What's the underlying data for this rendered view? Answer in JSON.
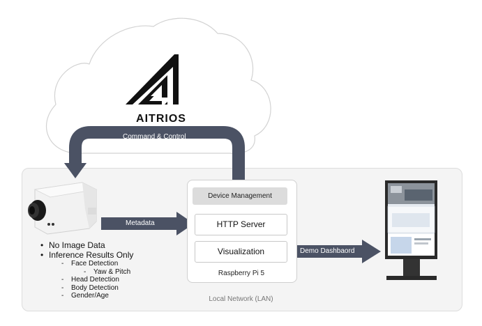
{
  "cloud": {
    "logo_text": "AITRIOS"
  },
  "arrows": {
    "command": "Command & Control",
    "metadata": "Metadata",
    "dashboard": "Demo Dashbaord"
  },
  "raspberry_pi": {
    "device_management": "Device Management",
    "http_server": "HTTP Server",
    "visualization": "Visualization",
    "label": "Raspberry Pi 5"
  },
  "lan": {
    "label": "Local Network (LAN)"
  },
  "camera_info": {
    "no_image": "No Image Data",
    "inference": "Inference Results Only",
    "face_detection": "Face Detection",
    "yaw_pitch": "Yaw & Pitch",
    "head_detection": "Head Detection",
    "body_detection": "Body Detection",
    "gender_age": "Gender/Age"
  }
}
